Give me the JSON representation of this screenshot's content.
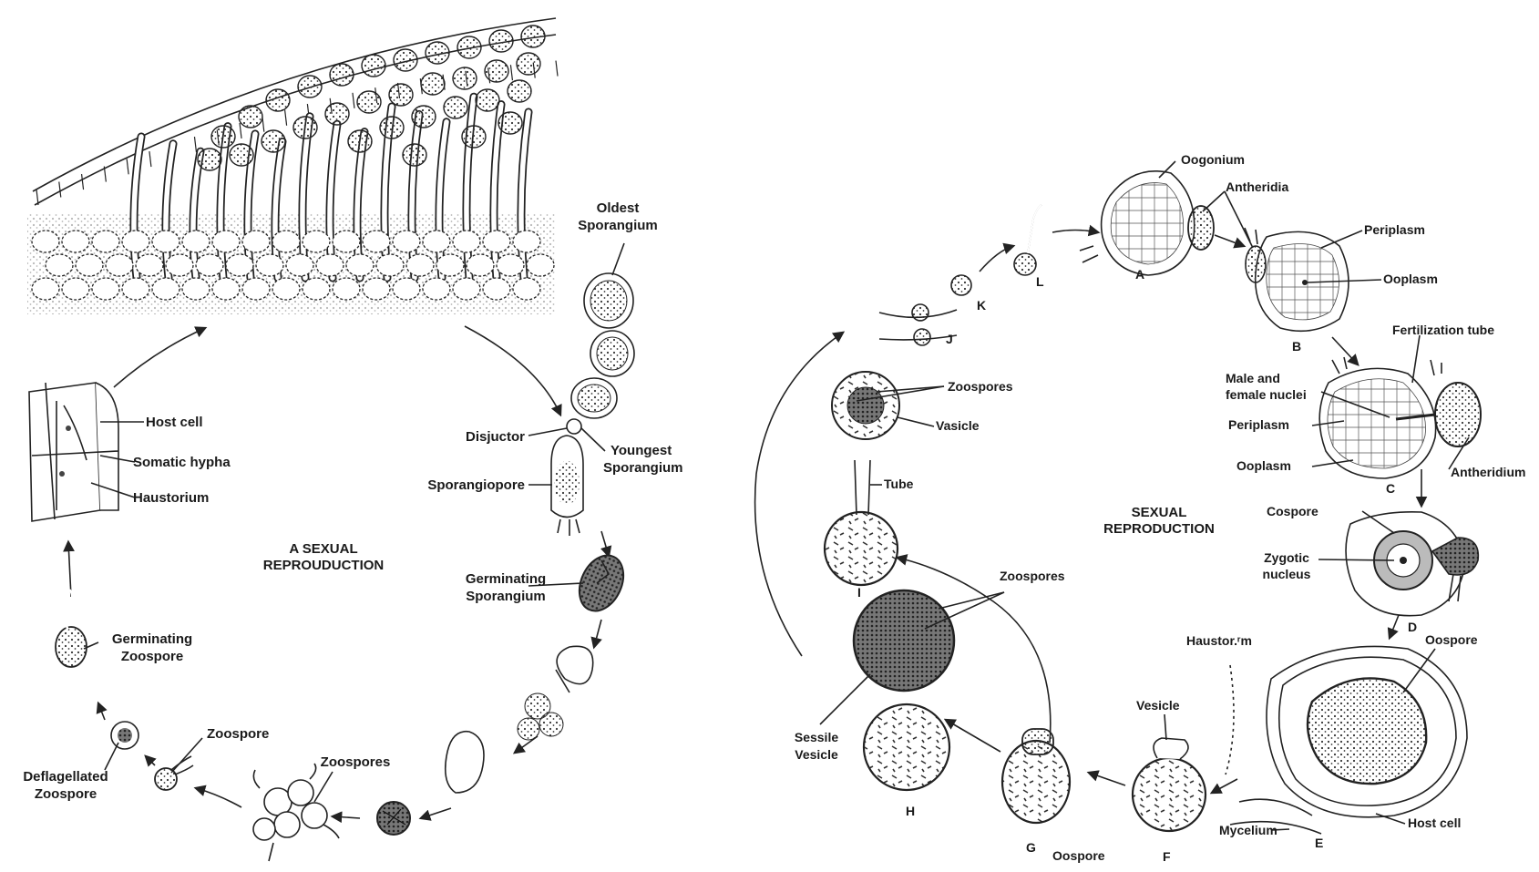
{
  "left_panel": {
    "title_lines": [
      "A SEXUAL",
      "REPROUDUCTION"
    ],
    "labels": {
      "oldest_sporangium": [
        "Oldest",
        "Sporangium"
      ],
      "disjunctor": "Disjuctor",
      "youngest_sporangium": [
        "Youngest",
        "Sporangium"
      ],
      "sporangiophore": "Sporangiopore",
      "germinating_sporangium": [
        "Germinating",
        "Sporangium"
      ],
      "zoospores": "Zoospores",
      "zoospore": "Zoospore",
      "deflagellated_zoospore": [
        "Deflagellated",
        "Zoospore"
      ],
      "germinating_zoospore": [
        "Germinating",
        "Zoospore"
      ],
      "host_cell": "Host cell",
      "somatic_hypha": "Somatic hypha",
      "haustorium": "Haustorium"
    }
  },
  "right_panel": {
    "title_lines": [
      "SEXUAL",
      "REPRODUCTION"
    ],
    "labels": {
      "oogonium": "Oogonium",
      "antheridia": "Antheridia",
      "periplasm_b": "Periplasm",
      "ooplasm_b": "Ooplasm",
      "fertilization_tube": "Fertilization  tube",
      "male_female_nuclei": [
        "Male and",
        "female nuclei"
      ],
      "periplasm_c": "Periplasm",
      "ooplasm_c": "Ooplasm",
      "antheridium": "Antheridium",
      "oospore_d": "Cospore",
      "zygotic_nucleus": [
        "Zygotic",
        "nucleus"
      ],
      "haustorium": "Haustor.ʳm",
      "oospore_e": "Oospore",
      "host_cell": "Host  cell",
      "mycelium": "Mycelium",
      "vesicle_f": "Vesicle",
      "oospore_f": "Oospore",
      "zoospores_h": "Zoospores",
      "sessile_vesicle": [
        "Sessile",
        "Vesicle"
      ],
      "zoospores_i": "Zoospores",
      "vesicle_i": "Vasicle",
      "tube": "Tube"
    },
    "stage_letters": [
      "A",
      "B",
      "C",
      "D",
      "E",
      "F",
      "G",
      "H",
      "I",
      "J",
      "K",
      "L"
    ]
  }
}
